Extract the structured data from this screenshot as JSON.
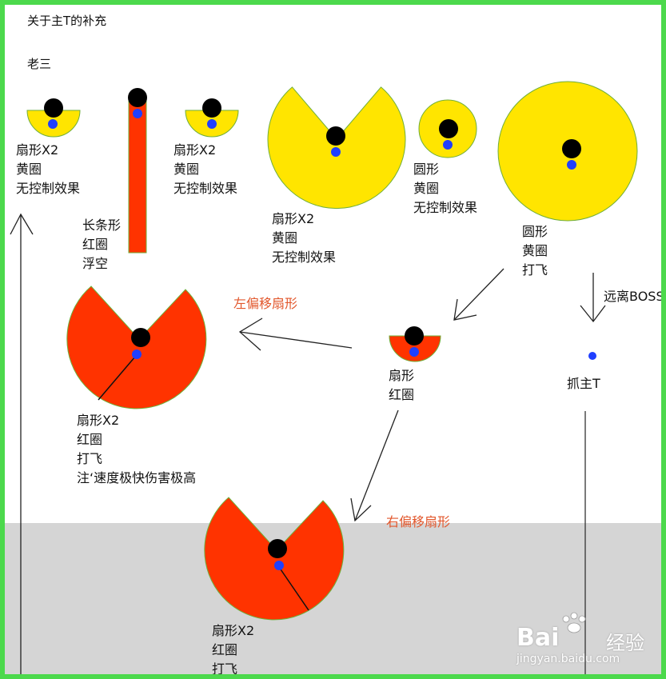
{
  "header": {
    "title": "关于主T的补充",
    "subtitle": "老三"
  },
  "mechanics": [
    {
      "id": "m1",
      "lines": [
        "扇形X2",
        "黄圈",
        "无控制效果"
      ]
    },
    {
      "id": "m2",
      "lines": [
        "长条形",
        "红圈",
        "浮空"
      ]
    },
    {
      "id": "m3",
      "lines": [
        "扇形X2",
        "黄圈",
        "无控制效果"
      ]
    },
    {
      "id": "m4",
      "lines": [
        "扇形X2",
        "黄圈",
        "无控制效果"
      ]
    },
    {
      "id": "m5",
      "lines": [
        "圆形",
        "黄圈",
        "无控制效果"
      ]
    },
    {
      "id": "m6",
      "lines": [
        "圆形",
        "黄圈",
        "打飞"
      ]
    },
    {
      "id": "m7",
      "lines": [
        "扇形",
        "红圈"
      ]
    },
    {
      "id": "m8",
      "lines": [
        "扇形X2",
        "红圈",
        "打飞",
        "注‘速度极快伤害极高"
      ]
    },
    {
      "id": "m9",
      "lines": [
        "扇形X2",
        "红圈",
        "打飞"
      ]
    }
  ],
  "annotations": {
    "left_offset": "左偏移扇形",
    "right_offset": "右偏移扇形",
    "away_from_boss": "远离BOSS",
    "grab_main_tank": "抓主T"
  },
  "colors": {
    "yellow": "#ffe500",
    "red": "#ff3300",
    "outline_green": "#6fae3a",
    "boss": "#000000",
    "player": "#1f3fff",
    "frame": "#4cd94c",
    "highlight_text": "#e2572c"
  },
  "watermark": {
    "brand": "Bai",
    "brand2": "经验",
    "site": "jingyan.baidu.com"
  }
}
